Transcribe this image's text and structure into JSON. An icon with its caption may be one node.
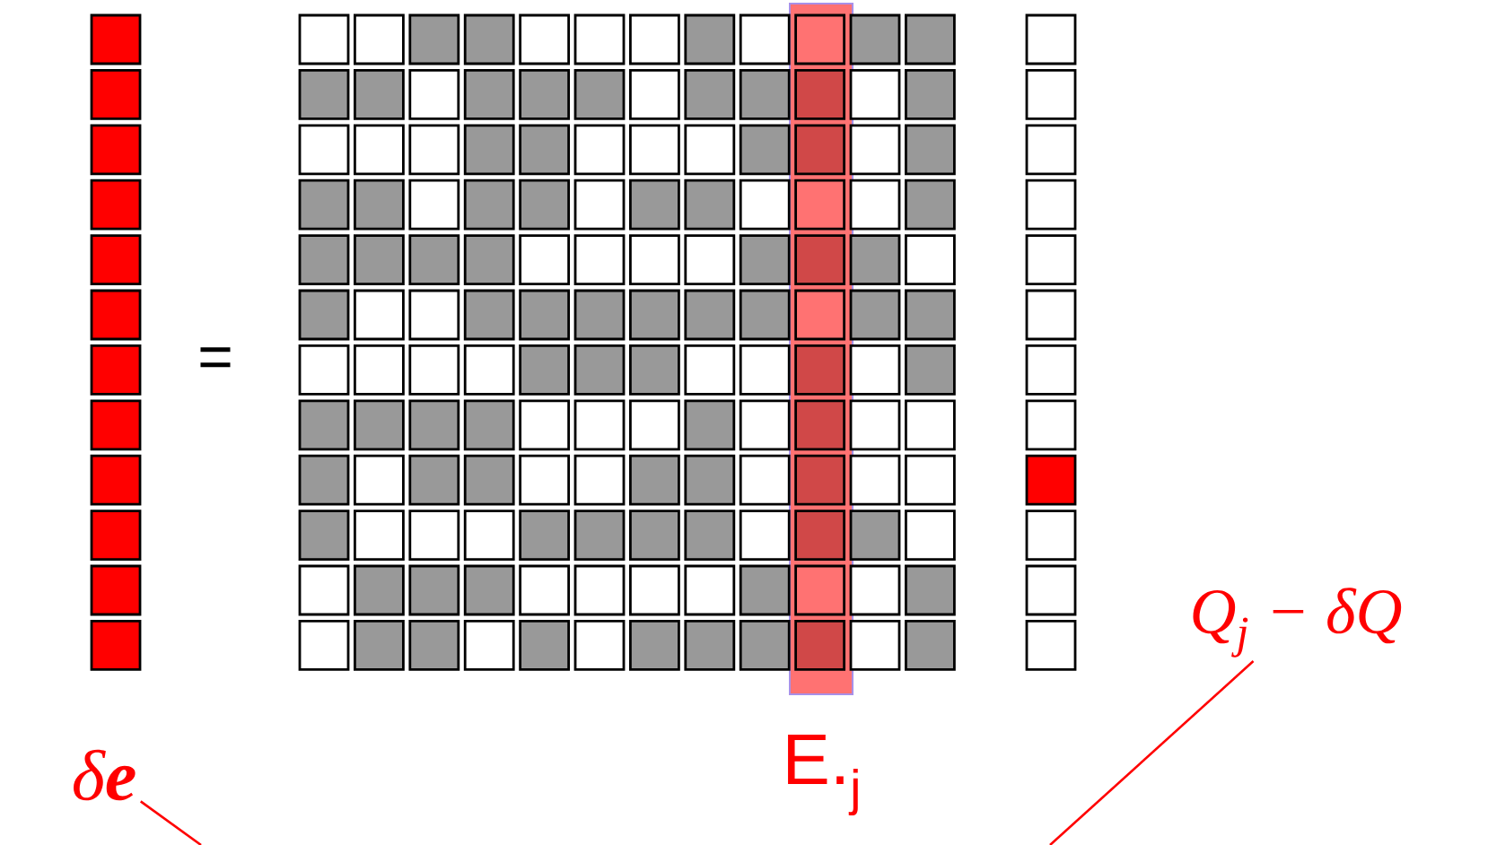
{
  "diagram": {
    "nodes": [
      {
        "text": [
          "δ**e**"
        ]
      },
      {
        "text": [
          "Q$_{j}$ − δQ"
        ]
      }
    ],
    "edges": [
      {
        "from": 0,
        "to": null,
        "arrow": "none",
        "color": "#ff0000"
      },
      {
        "from": 1,
        "to": null,
        "arrow": "none",
        "color": "#ff0000"
      }
    ],
    "labels": [
      "=",
      "E.$_{j}$"
    ]
  }
}
